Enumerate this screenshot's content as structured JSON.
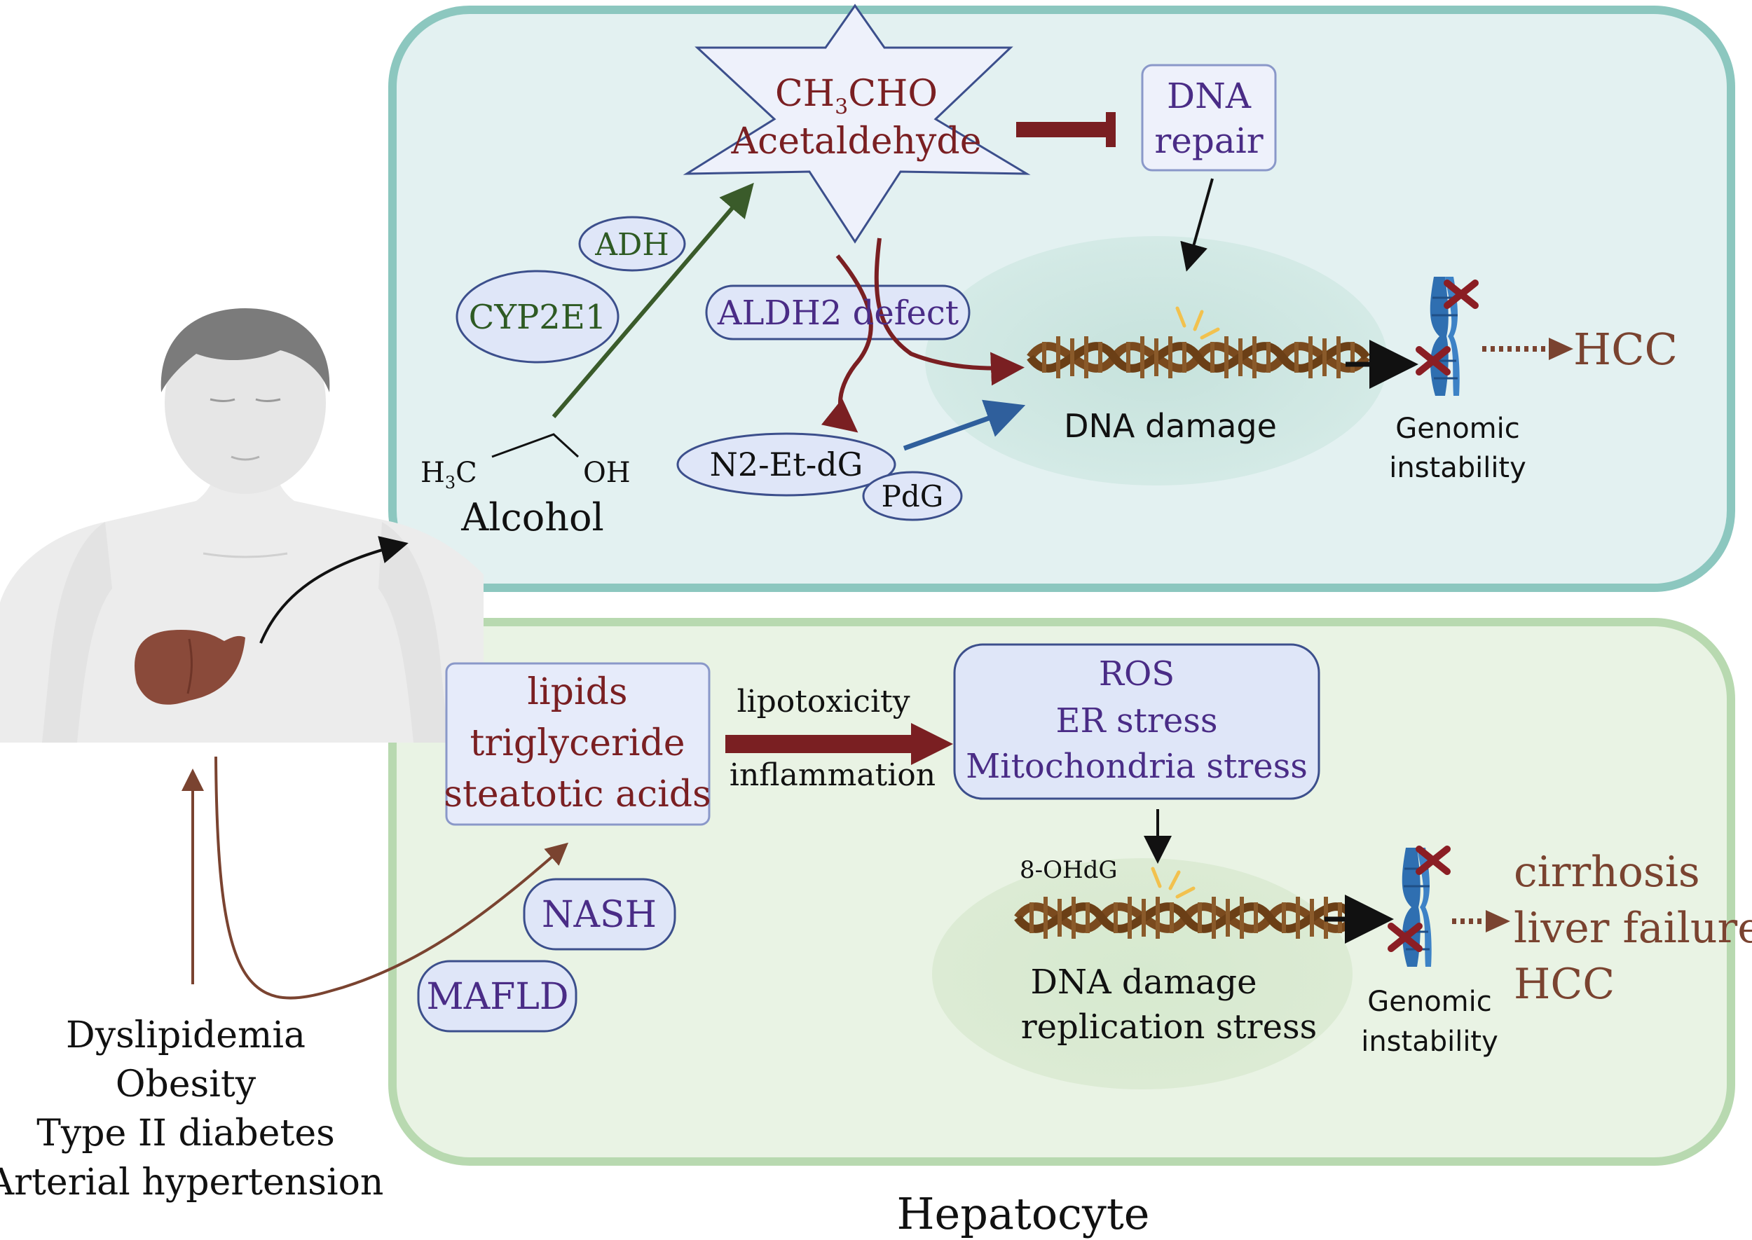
{
  "top_panel": {
    "acetaldehyde_formula_prefix": "CH",
    "acetaldehyde_formula_sub": "3",
    "acetaldehyde_formula_suffix": "CHO",
    "acetaldehyde_name": "Acetaldehyde",
    "dna_repair_line1": "DNA",
    "dna_repair_line2": "repair",
    "adh": "ADH",
    "cyp2e1": "CYP2E1",
    "aldh2": "ALDH2 defect",
    "alcohol_h3c_prefix": "H",
    "alcohol_h3c_sub": "3",
    "alcohol_h3c_suffix": "C",
    "alcohol_oh": "OH",
    "alcohol_label": "Alcohol",
    "n2etdg": "N2-Et-dG",
    "pdg": "PdG",
    "dna_damage": "DNA damage",
    "genomic_line1": "Genomic",
    "genomic_line2": "instability",
    "outcome": "HCC"
  },
  "bottom_panel": {
    "lipids_line1": "lipids",
    "lipids_line2": "triglyceride",
    "lipids_line3": "steatotic acids",
    "arrow_label_top": "lipotoxicity",
    "arrow_label_bottom": "inflammation",
    "stress_line1": "ROS",
    "stress_line2": "ER stress",
    "stress_line3": "Mitochondria stress",
    "ohdg": "8-OHdG",
    "nash": "NASH",
    "mafld": "MAFLD",
    "dna_damage_line1": "DNA damage",
    "dna_damage_line2": "replication stress",
    "genomic_line1": "Genomic",
    "genomic_line2": "instability",
    "outcome_line1": "cirrhosis",
    "outcome_line2": "liver failure",
    "outcome_line3": "HCC"
  },
  "risk_factors": [
    "Dyslipidemia",
    "Obesity",
    "Type II diabetes",
    "Arterial hypertension"
  ],
  "title": "Hepatocyte",
  "colors": {
    "top_panel_fill": "#e3f1f1",
    "top_panel_border": "#8cc7bf",
    "bottom_panel_fill": "#e9f3e4",
    "bottom_panel_border": "#b8d9b0",
    "maroon": "#7a1f22",
    "purple": "#4a2c86",
    "box_fill": "#dfe6f8",
    "box_border": "#3c4f8c",
    "green_arrow": "#3a5b2a",
    "blue_arrow": "#2f5f9c",
    "brown_arrow": "#7a4330",
    "dna": "#7a4a1e",
    "chromosome": "#2f6fb1"
  }
}
